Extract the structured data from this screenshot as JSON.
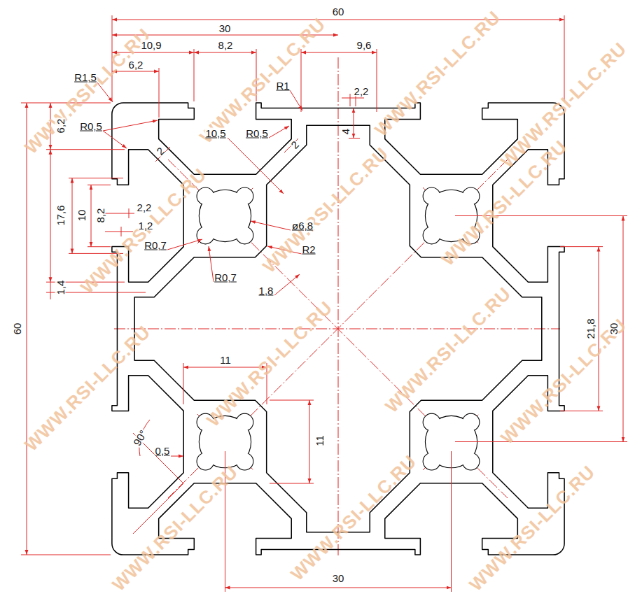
{
  "diagram": {
    "labels": [
      "60",
      "30",
      "10,9",
      "8,2",
      "9,6",
      "6,2",
      "R1,5",
      "R1",
      "2,2",
      "6,2",
      "R0,5",
      "2",
      "10,5",
      "R0,5",
      "2",
      "4",
      "17,6",
      "10",
      "8,2",
      "2,2",
      "1,2",
      "ø6,8",
      "R0,7",
      "R2",
      "R0,7",
      "1,4",
      "1,8",
      "60",
      "30",
      "21,8",
      "11",
      "11",
      "90°",
      "0,5",
      "30",
      "WWW.RSI-LLC.RU",
      "WWW.RSI-LLC.RU",
      "WWW.RSI-LLC.RU",
      "WWW.RSI-LLC.RU",
      "WWW.RSI-LLC.RU",
      "WWW.RSI-LLC.RU",
      "WWW.RSI-LLC.RU",
      "WWW.RSI-LLC.RU",
      "WWW.RSI-LLC.RU",
      "WWW.RSI-LLC.RU",
      "WWW.RSI-LLC.RU",
      "WWW.RSI-LLC.RU",
      "WWW.RSI-LLC.RU",
      "WWW.RSI-LLC.RU"
    ]
  }
}
